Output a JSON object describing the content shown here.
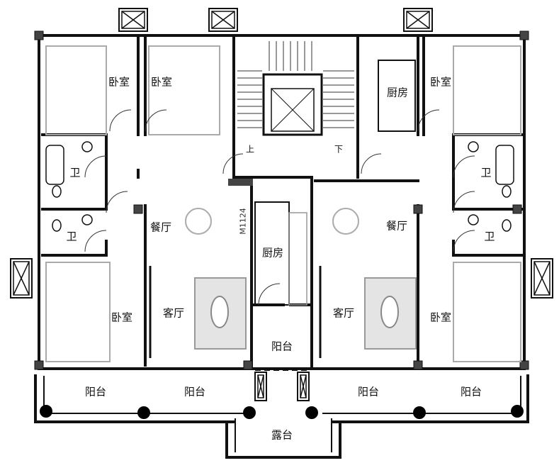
{
  "plan": {
    "rooms": {
      "bedroom_tl1": "卧室",
      "bedroom_tl2": "卧室",
      "bedroom_tr": "卧室",
      "bedroom_bl": "卧室",
      "bedroom_br": "卧室",
      "kitchen_tr": "厨房",
      "kitchen_center": "厨房",
      "bath_l1": "卫",
      "bath_l2": "卫",
      "bath_r1": "卫",
      "bath_r2": "卫",
      "dining_l": "餐厅",
      "dining_r": "餐厅",
      "living_l": "客厅",
      "living_r": "客厅",
      "balcony_1": "阳台",
      "balcony_2": "阳台",
      "balcony_3": "阳台",
      "balcony_4": "阳台",
      "balcony_center": "阳台",
      "terrace": "露台"
    },
    "stairs": {
      "up": "上",
      "down": "下"
    },
    "door_code": "M1124"
  }
}
